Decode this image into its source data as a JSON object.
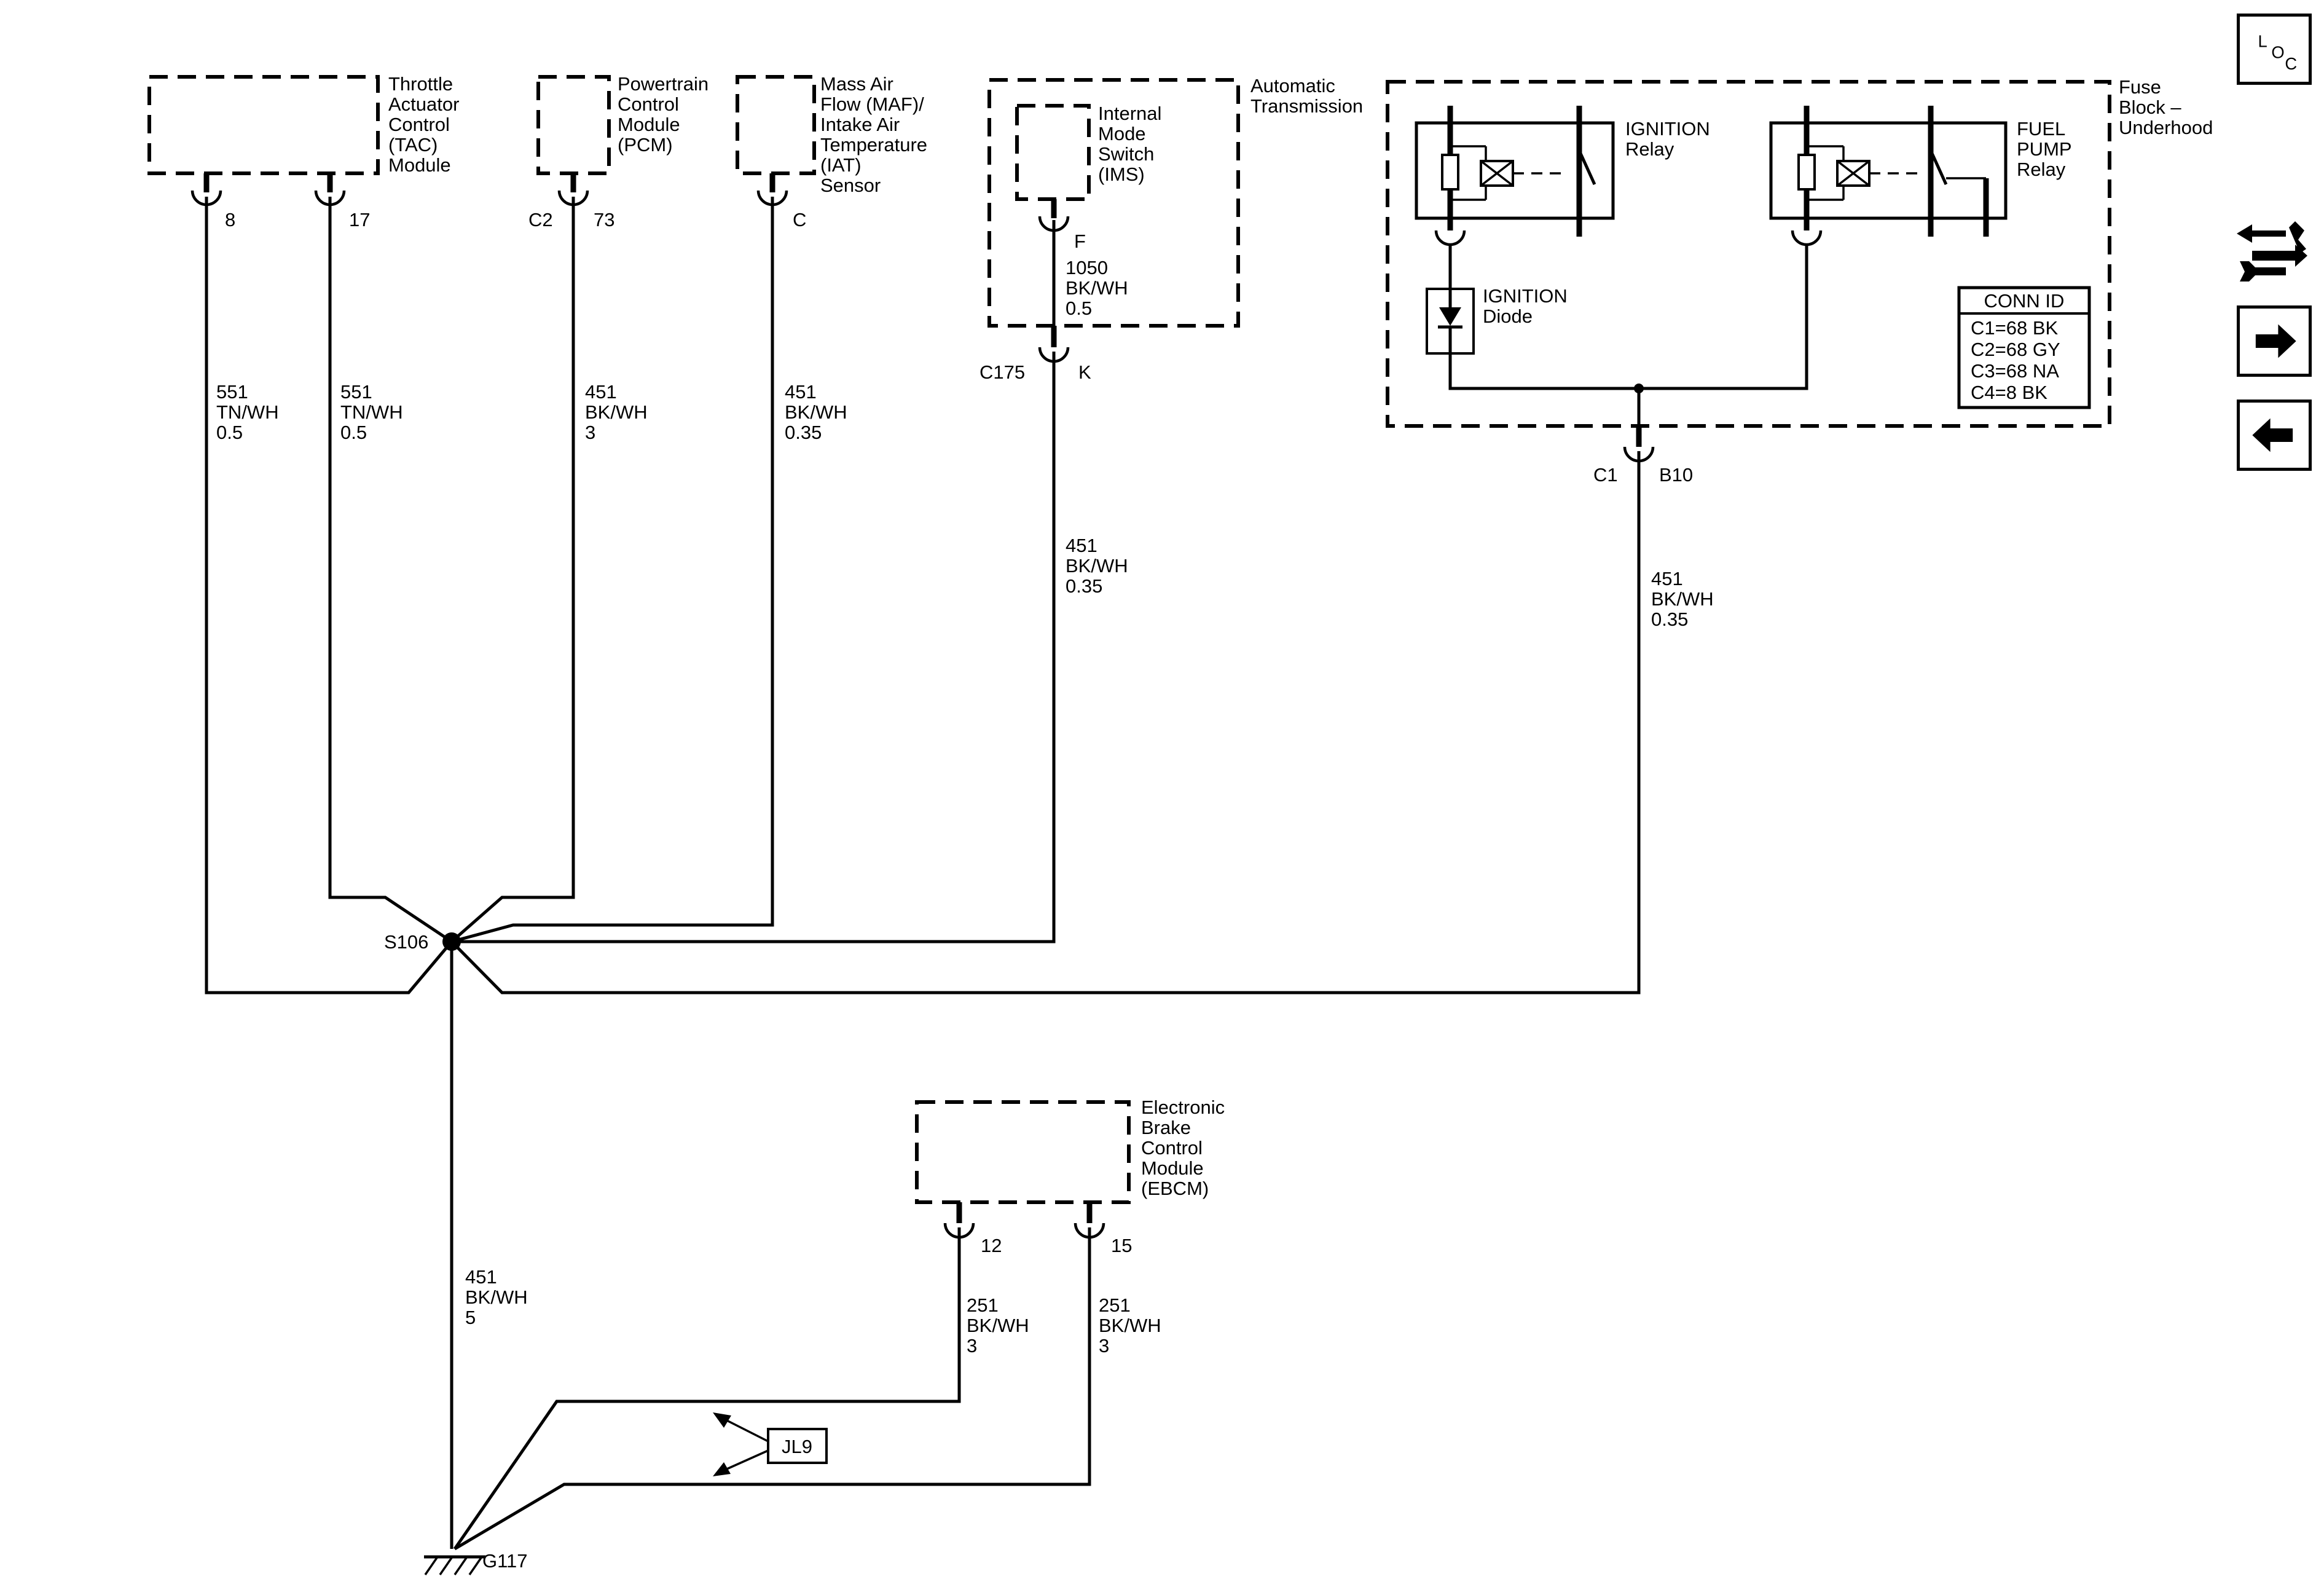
{
  "components": {
    "tac": [
      "Throttle",
      "Actuator",
      "Control",
      "(TAC)",
      "Module"
    ],
    "pcm": [
      "Powertrain",
      "Control",
      "Module",
      "(PCM)"
    ],
    "maf": [
      "Mass Air",
      "Flow (MAF)/",
      "Intake Air",
      "Temperature",
      "(IAT)",
      "Sensor"
    ],
    "trans": [
      "Automatic",
      "Transmission"
    ],
    "ims": [
      "Internal",
      "Mode",
      "Switch",
      "(IMS)"
    ],
    "fuse_block": [
      "Fuse",
      "Block –",
      "Underhood"
    ],
    "ign_relay": [
      "IGNITION",
      "Relay"
    ],
    "fp_relay": [
      "FUEL",
      "PUMP",
      "Relay"
    ],
    "ign_diode": [
      "IGNITION",
      "Diode"
    ],
    "ebcm": [
      "Electronic",
      "Brake",
      "Control",
      "Module",
      "(EBCM)"
    ]
  },
  "pins": {
    "tac_8": "8",
    "tac_17": "17",
    "pcm_conn": "C2",
    "pcm_73": "73",
    "maf_c": "C",
    "ims_f": "F",
    "c175": "C175",
    "c175_k": "K",
    "fb_conn": "C1",
    "fb_b10": "B10",
    "ebcm_12": "12",
    "ebcm_15": "15"
  },
  "wires": {
    "w_tac8": [
      "551",
      "TN/WH",
      "0.5"
    ],
    "w_tac17": [
      "551",
      "TN/WH",
      "0.5"
    ],
    "w_pcm": [
      "451",
      "BK/WH",
      "3"
    ],
    "w_maf": [
      "451",
      "BK/WH",
      "0.35"
    ],
    "w_ims": [
      "1050",
      "BK/WH",
      "0.5"
    ],
    "w_c175": [
      "451",
      "BK/WH",
      "0.35"
    ],
    "w_fb": [
      "451",
      "BK/WH",
      "0.35"
    ],
    "w_ground": [
      "451",
      "BK/WH",
      "5"
    ],
    "w_ebcm12": [
      "251",
      "BK/WH",
      "3"
    ],
    "w_ebcm15": [
      "251",
      "BK/WH",
      "3"
    ]
  },
  "splice": "S106",
  "ground": "G117",
  "jumper": "JL9",
  "conn_id": {
    "title": "CONN ID",
    "rows": [
      "C1=68 BK",
      "C2=68 GY",
      "C3=68 NA",
      "C4=8 BK"
    ]
  },
  "nav": {
    "loc_letters": [
      "L",
      "O",
      "C"
    ],
    "loc_button": "loc-button",
    "tools_icon": "tools-icon",
    "next_icon": "arrow-right-icon",
    "prev_icon": "arrow-left-icon"
  }
}
